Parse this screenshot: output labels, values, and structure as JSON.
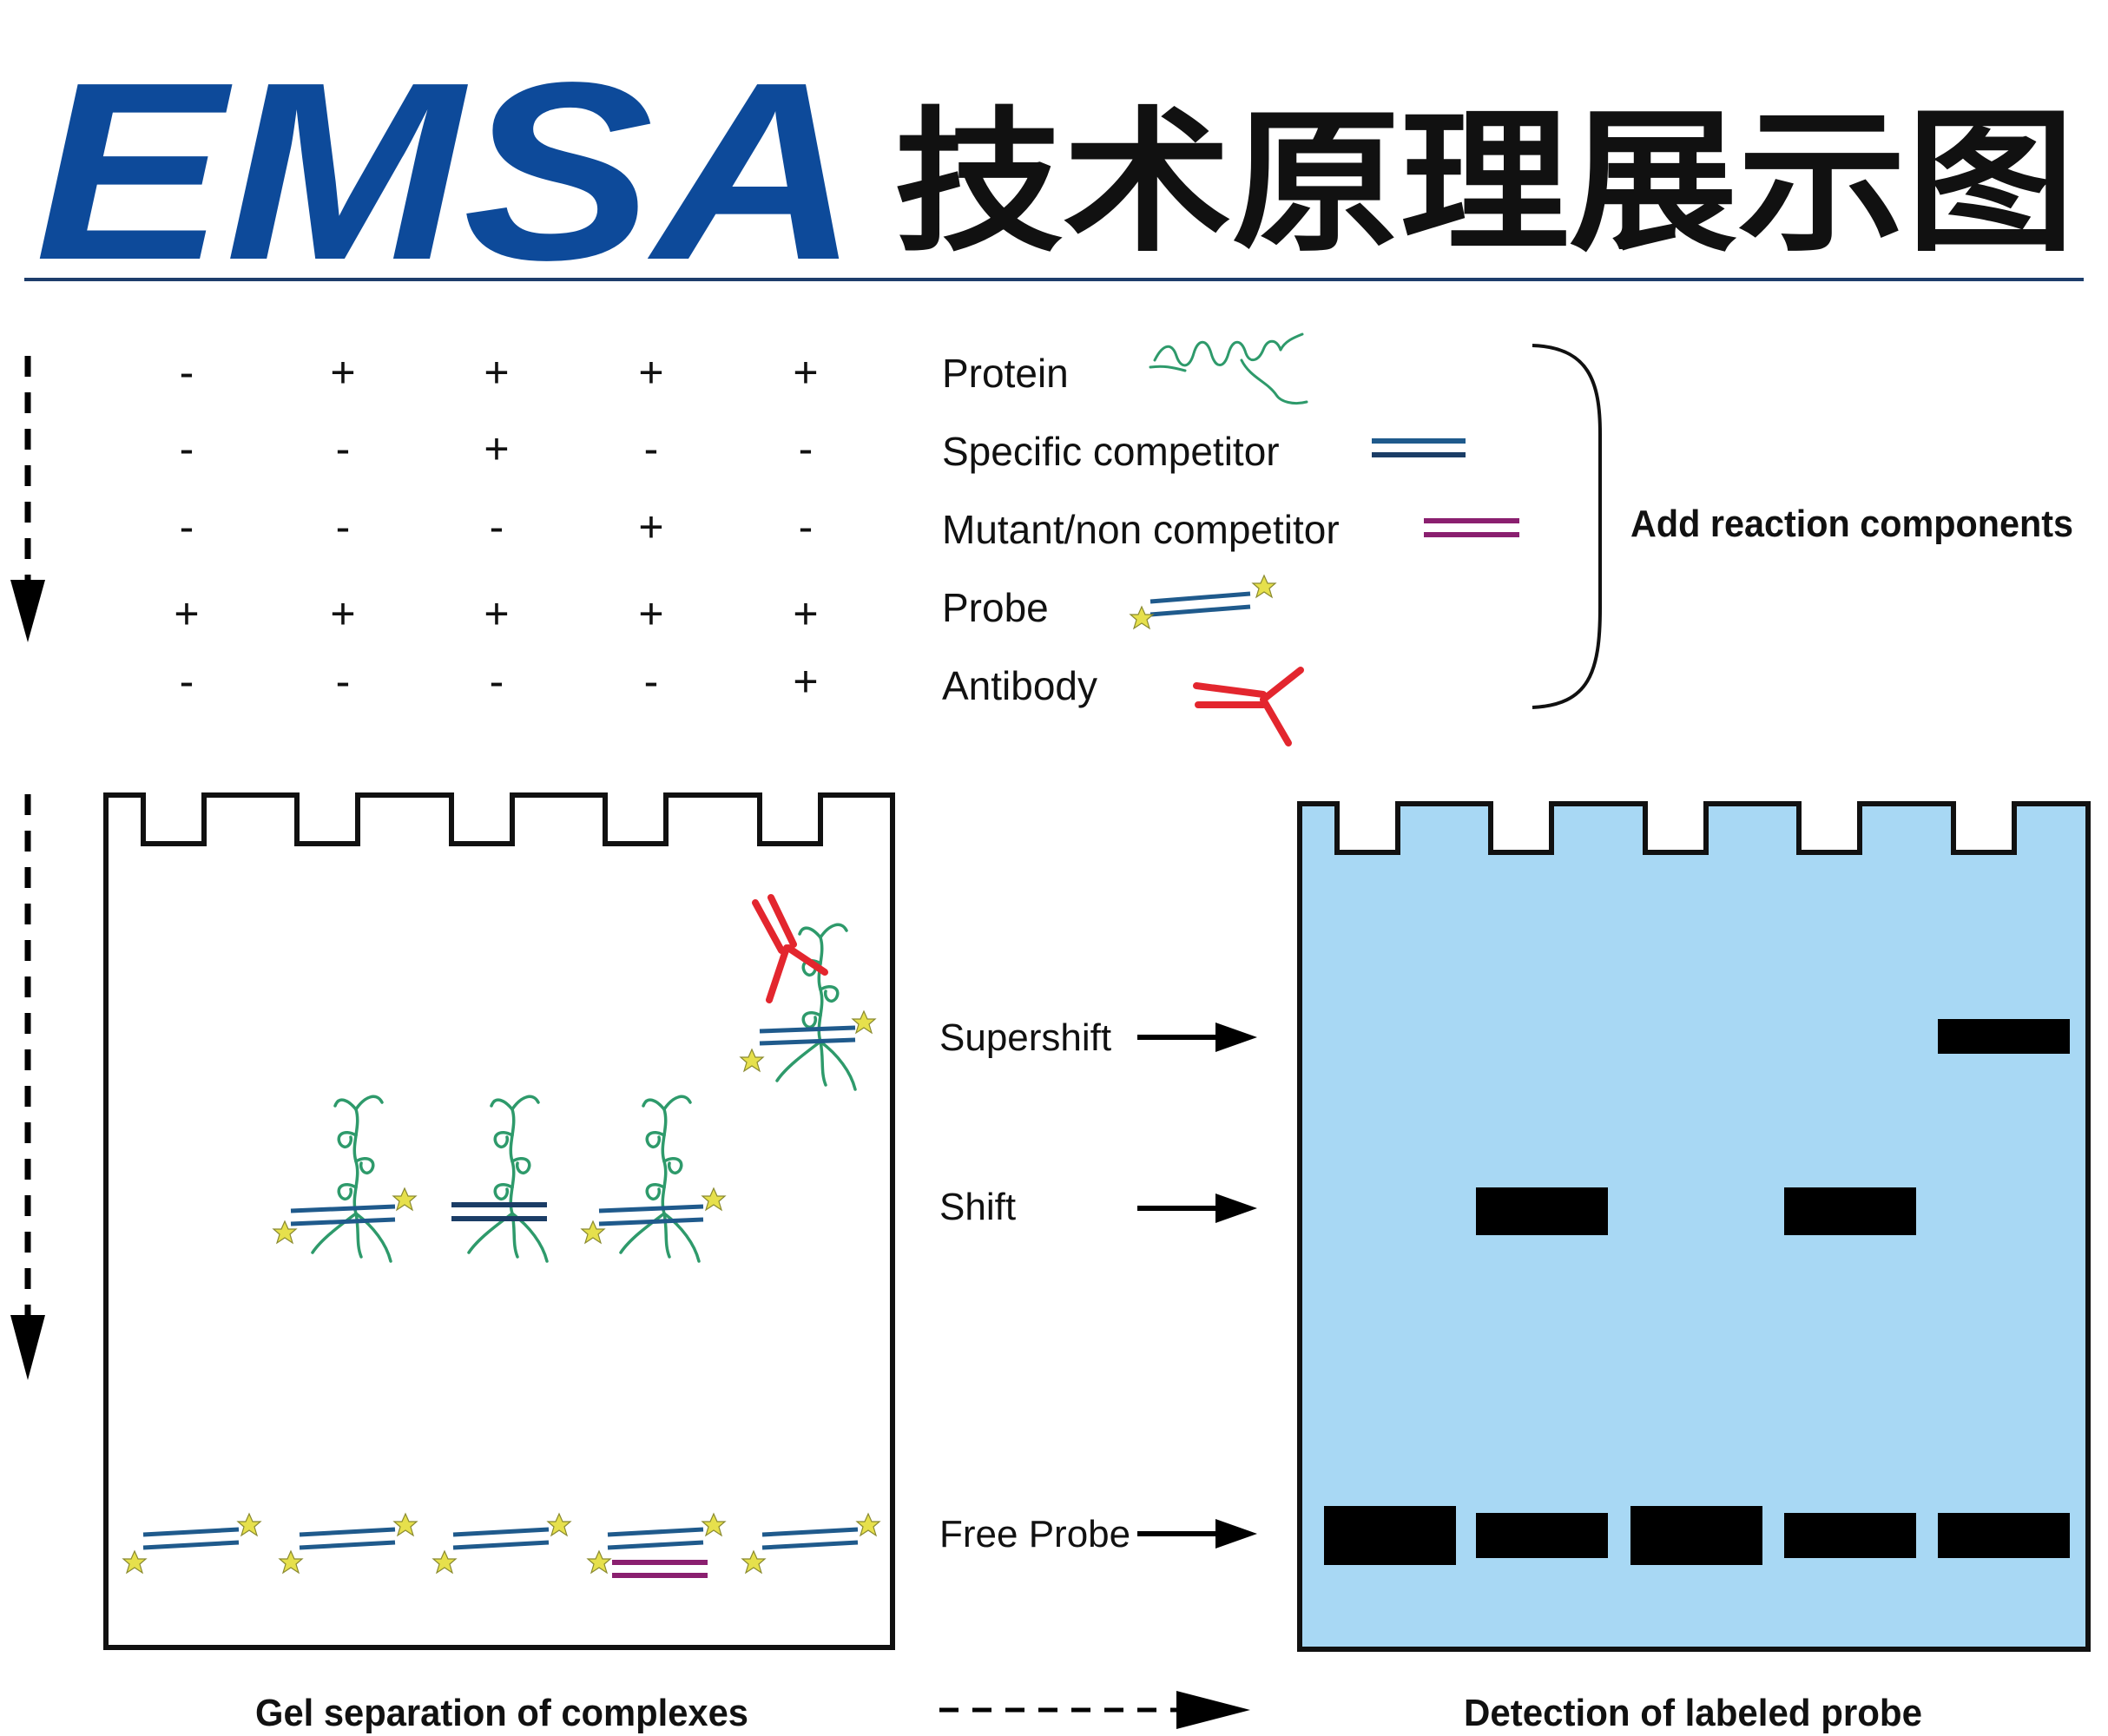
{
  "header": {
    "logo_text": "EMSA",
    "title_cn": "技术原理展示图"
  },
  "components": {
    "rows": [
      {
        "label": "Protein",
        "lanes": [
          "-",
          "+",
          "+",
          "+",
          "+"
        ]
      },
      {
        "label": "Specific competitor",
        "lanes": [
          "-",
          "-",
          "+",
          "-",
          "-"
        ]
      },
      {
        "label": "Mutant/non competitor",
        "lanes": [
          "-",
          "-",
          "-",
          "+",
          "-"
        ]
      },
      {
        "label": "Probe",
        "lanes": [
          "+",
          "+",
          "+",
          "+",
          "+"
        ]
      },
      {
        "label": "Antibody",
        "lanes": [
          "-",
          "-",
          "-",
          "-",
          "+"
        ]
      }
    ],
    "bracket_label": "Add reaction components"
  },
  "gel": {
    "caption": "Gel separation of complexes",
    "lane_count": 5
  },
  "arrows": {
    "supershift": "Supershift",
    "shift": "Shift",
    "free_probe": "Free Probe"
  },
  "detection": {
    "caption": "Detection of labeled probe",
    "background_color": "#a8d8f4",
    "band_color": "#000000",
    "bands": {
      "supershift": [
        false,
        false,
        false,
        false,
        true
      ],
      "shift": [
        false,
        true,
        false,
        true,
        false
      ],
      "free_probe": [
        true,
        true,
        true,
        true,
        true
      ]
    }
  },
  "colors": {
    "brand_blue": "#0d4a9a",
    "probe_blue": "#1f5a8c",
    "competitor_navy": "#1b3d66",
    "mutant_purple": "#8a1f6f",
    "antibody_red": "#e3262e",
    "protein_green": "#2e9a6b",
    "label_star": "#e6e04c"
  }
}
